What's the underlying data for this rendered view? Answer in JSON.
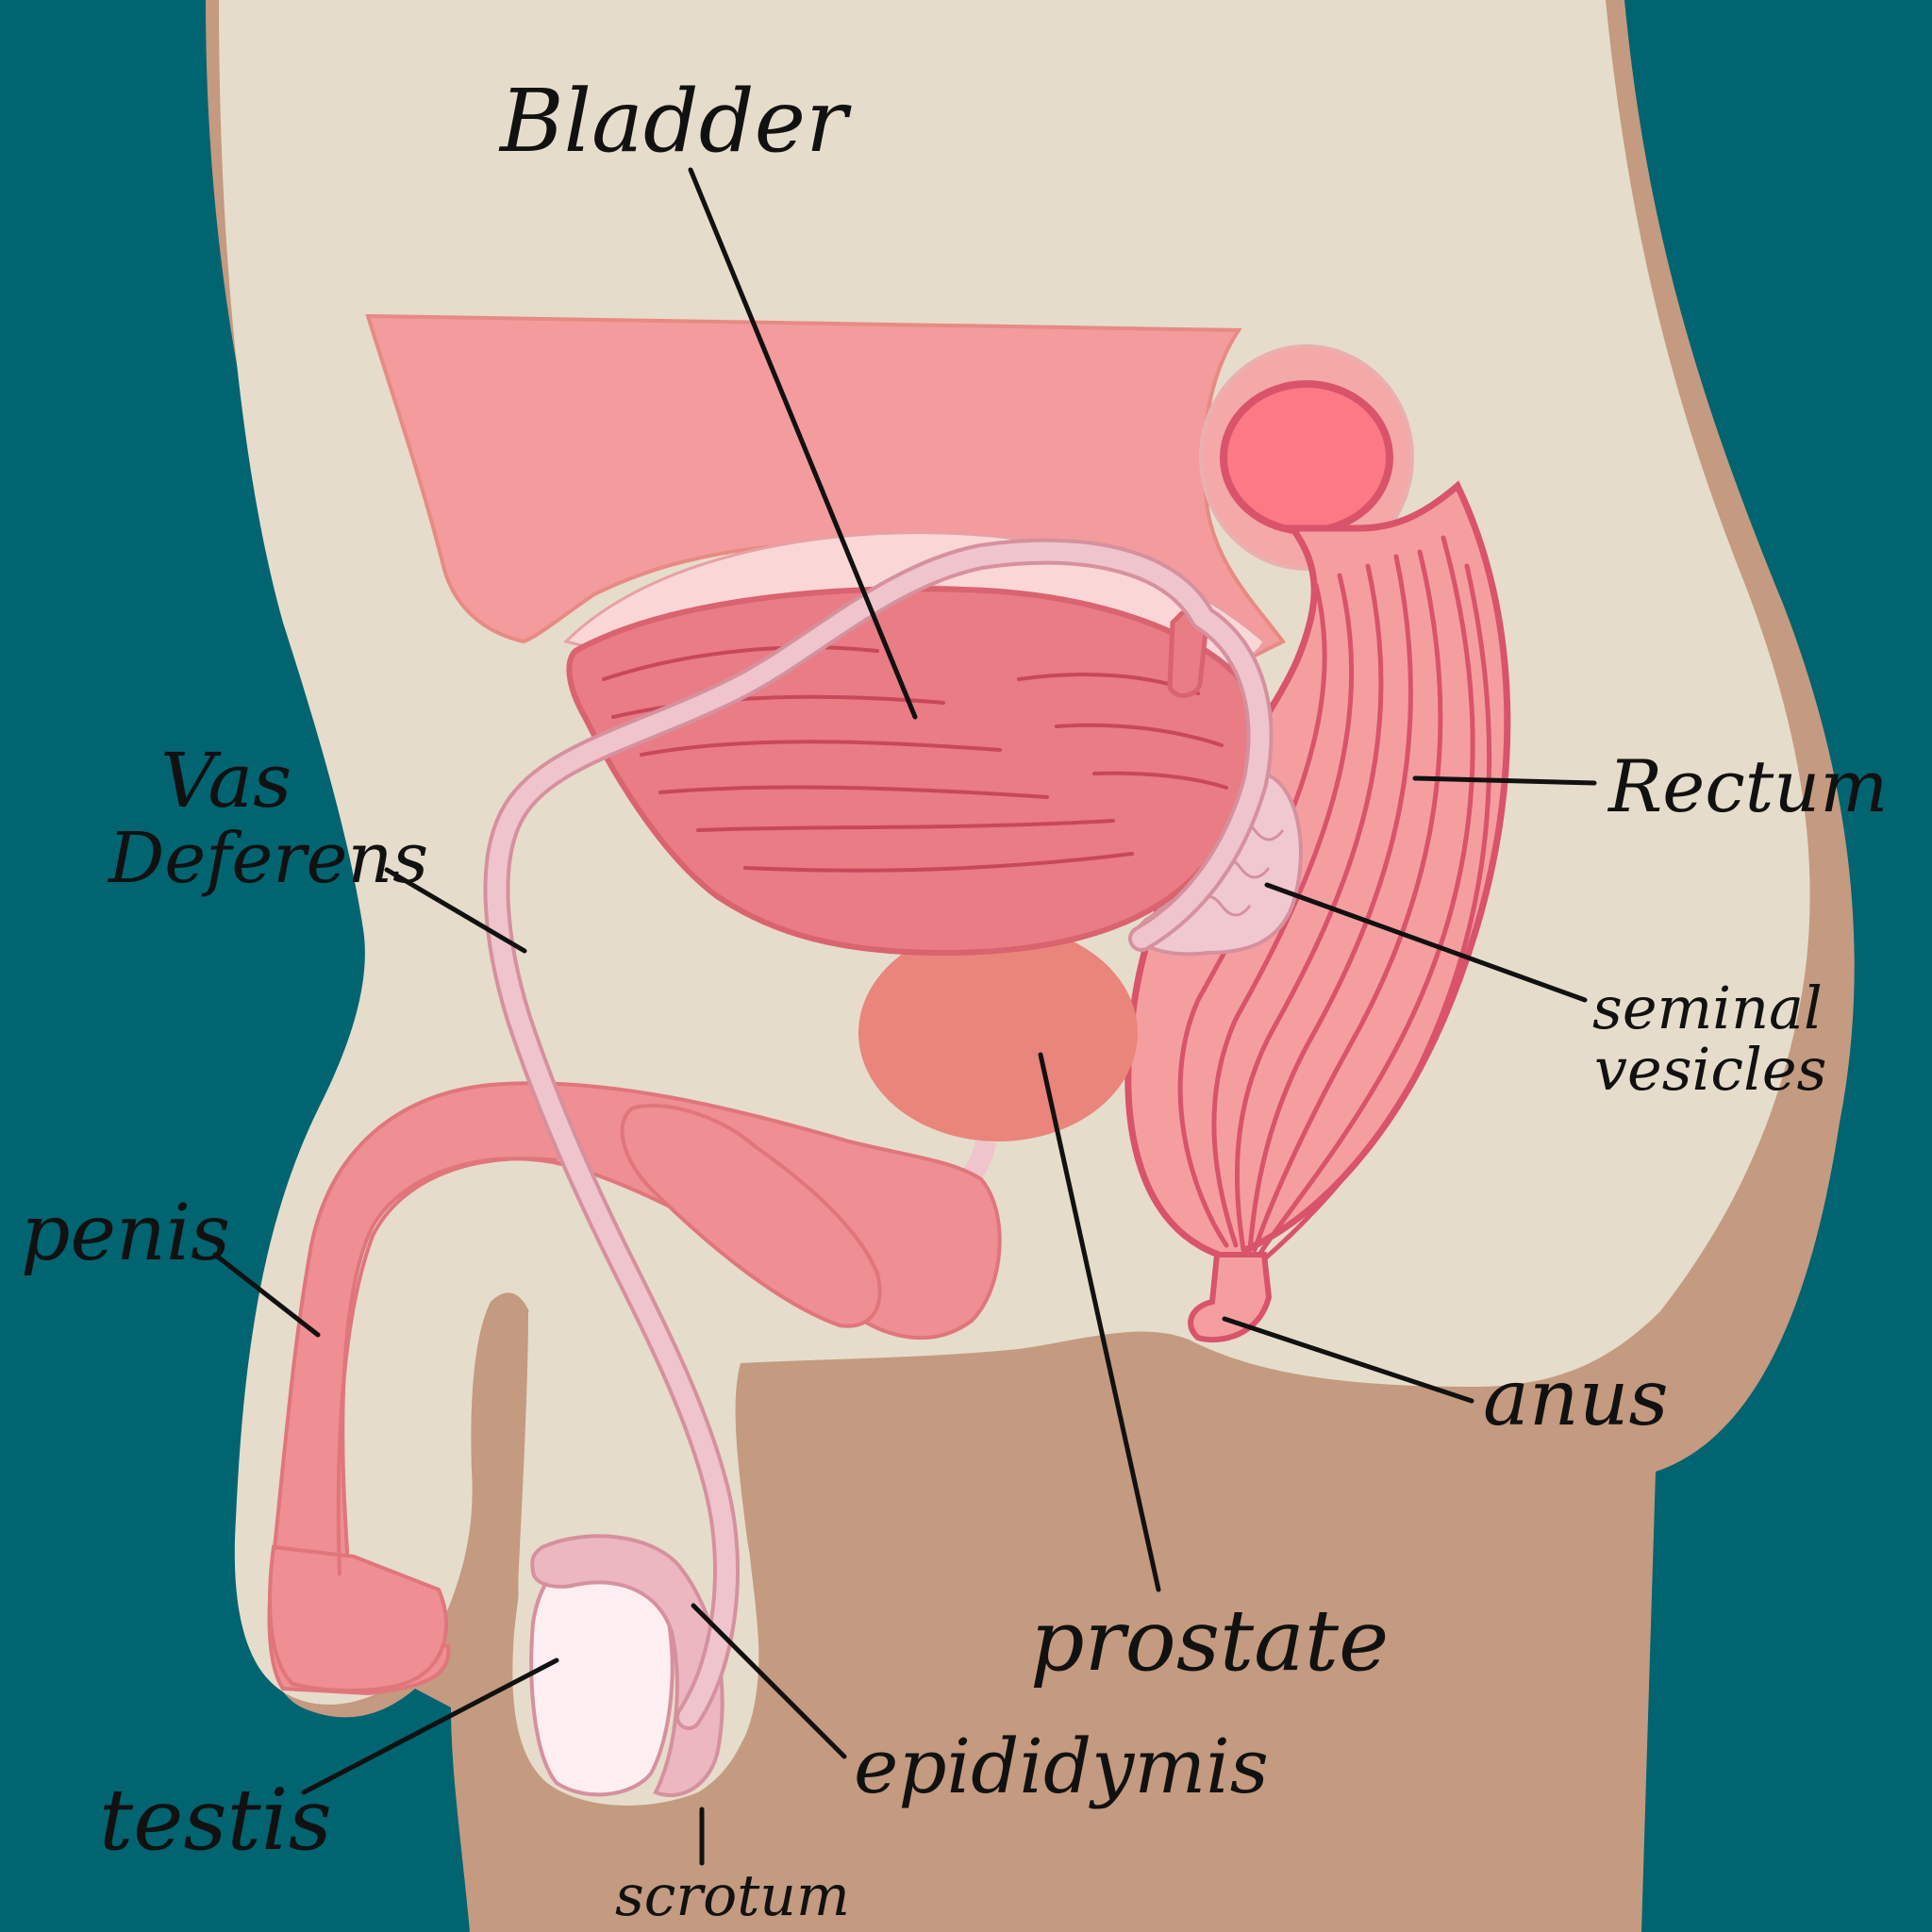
{
  "labels": {
    "bladder": "Bladder",
    "vas_line1": "Vas",
    "vas_line2": "Deferens",
    "rectum": "Rectum",
    "seminal_line1": "seminal",
    "seminal_line2": "vesicles",
    "penis": "penis",
    "anus": "anus",
    "prostate": "prostate",
    "epididymis": "epididymis",
    "testis": "testis",
    "scrotum": "scrotum"
  },
  "colors": {
    "background": "#016471",
    "skin": "#c49a80",
    "body_fill": "#e6dccb",
    "pubic_bone": "#f39b9d",
    "bladder": "#e97c84",
    "organ_outline": "#d9636f",
    "prostate": "#e9857b",
    "rectum": "#f59ea0",
    "rectum_lines": "#d9536a",
    "rectal_opening": "#fb7a86",
    "penis": "#ef8e93",
    "vas_deferens": "#efc4cc",
    "vas_outline": "#d6909e",
    "testis": "#fdeef1",
    "epididymis": "#edb7c2"
  }
}
